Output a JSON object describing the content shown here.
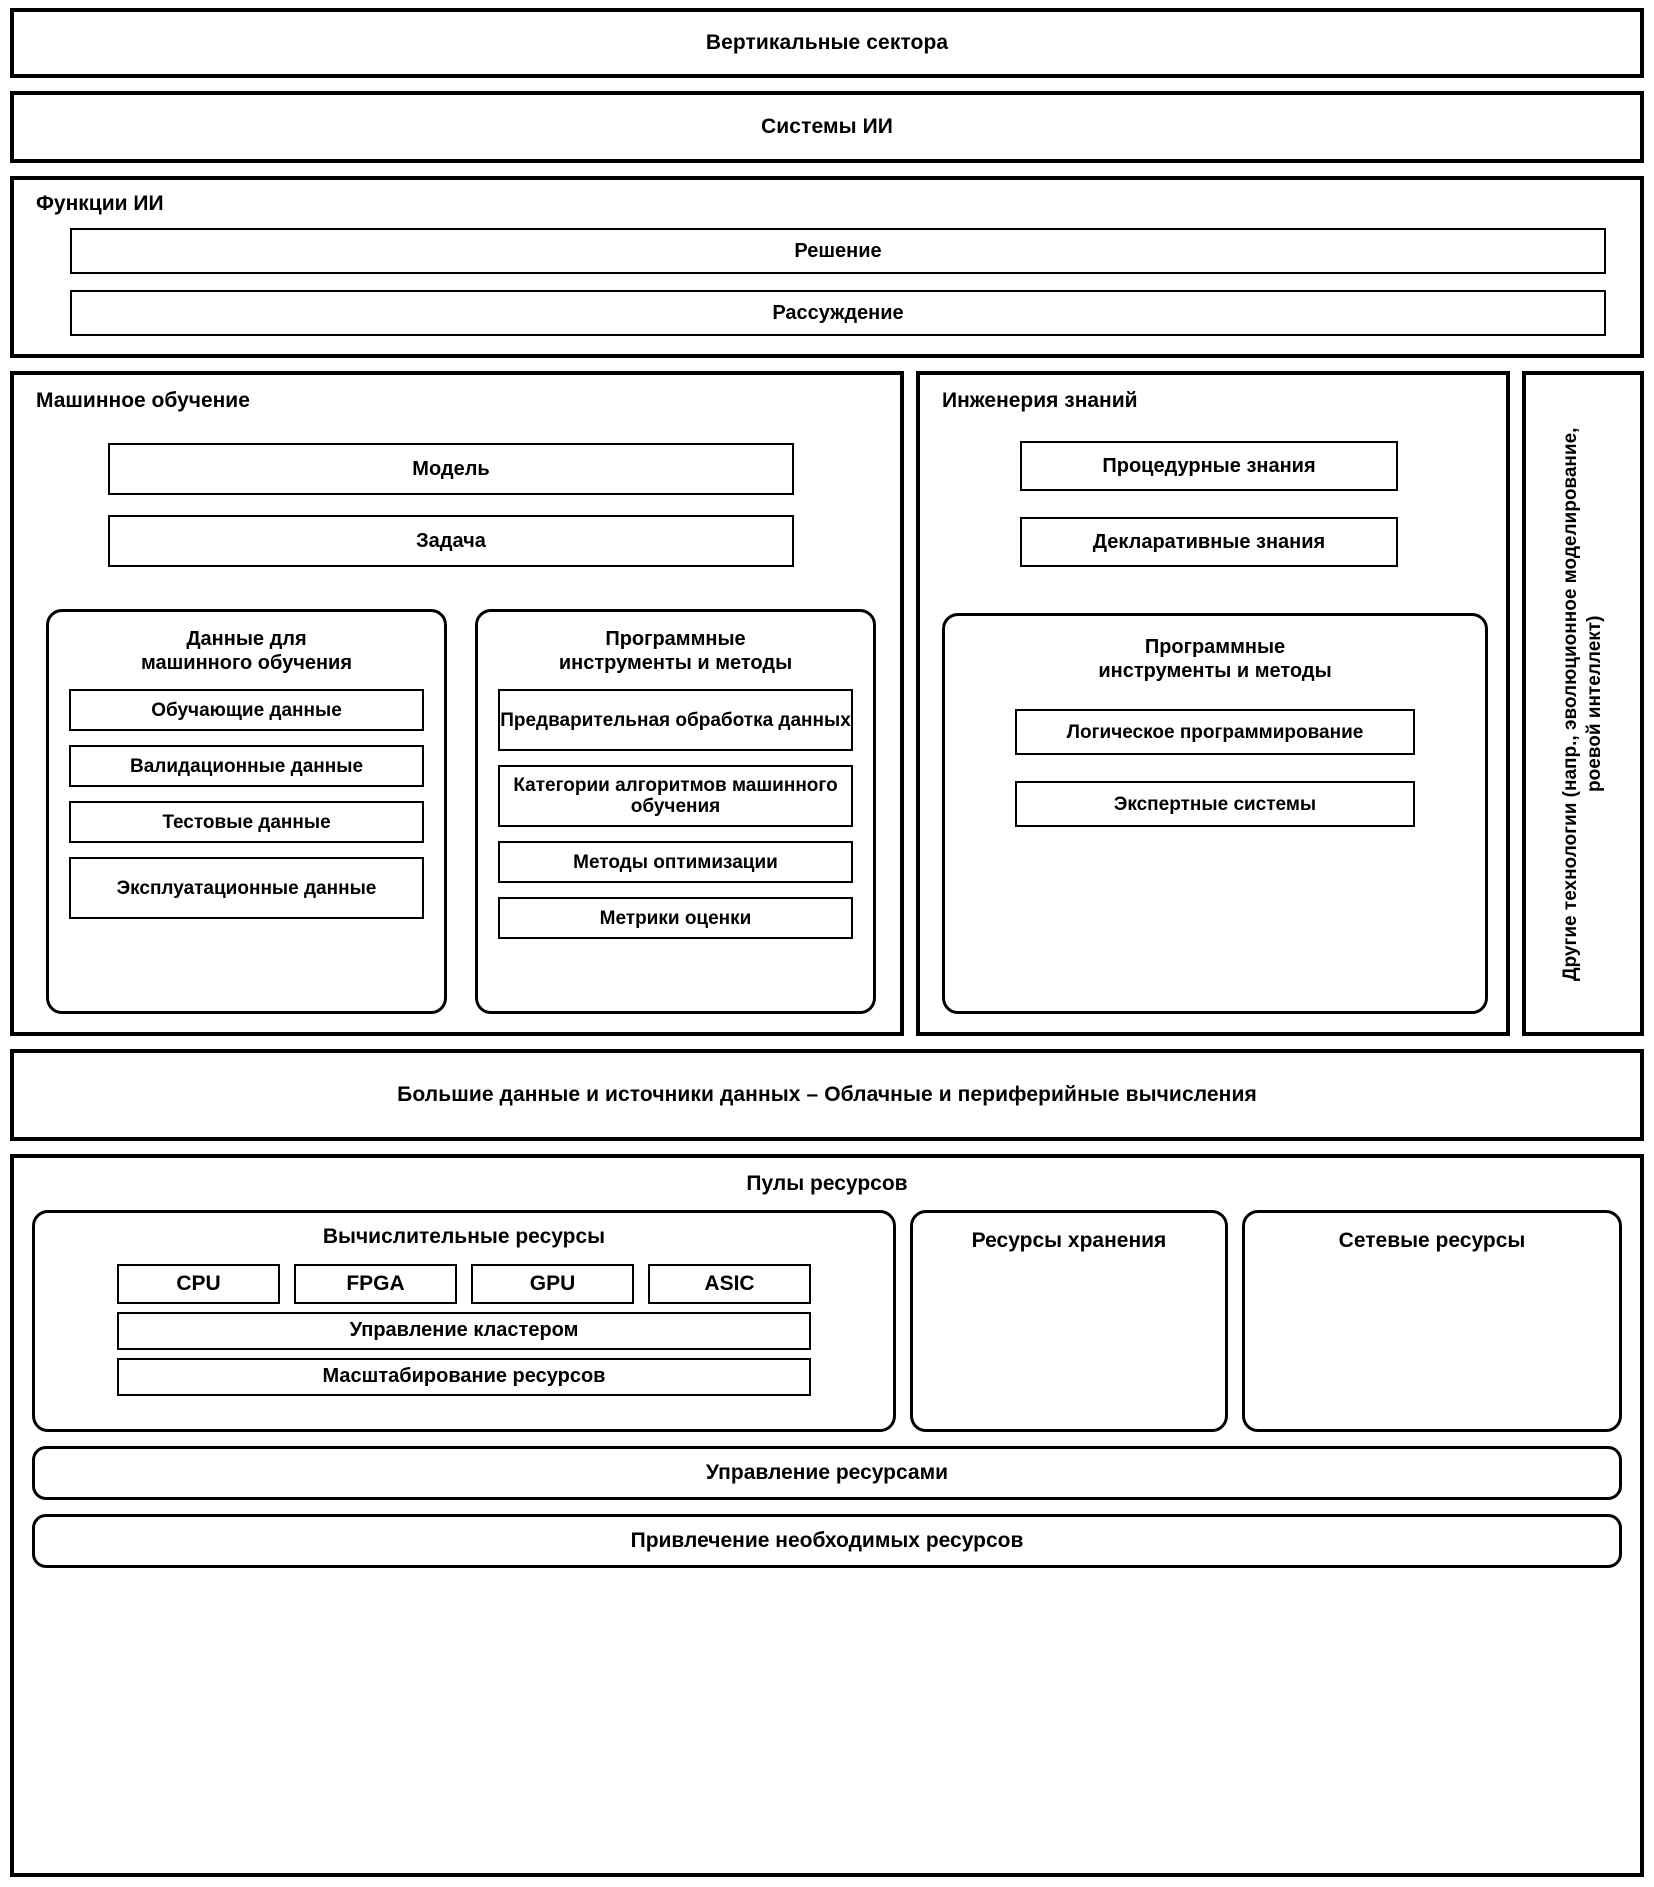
{
  "diagram": {
    "vertical_sectors": "Вертикальные сектора",
    "ai_systems": "Системы ИИ",
    "ai_functions": {
      "label": "Функции ИИ",
      "items": [
        "Решение",
        "Рассуждение"
      ]
    },
    "machine_learning": {
      "label": "Машинное обучение",
      "top_items": [
        "Модель",
        "Задача"
      ],
      "data_group": {
        "heading": "Данные для\nмашинного обучения",
        "heading_line1": "Данные для",
        "heading_line2": "машинного обучения",
        "items": [
          "Обучающие данные",
          "Валидационные данные",
          "Тестовые данные",
          "Эксплуатационные данные"
        ]
      },
      "tools_group": {
        "heading_line1": "Программные",
        "heading_line2": "инструменты и методы",
        "items": [
          "Предварительная обработка данных",
          "Категории алгоритмов машинного обучения",
          "Методы оптимизации",
          "Метрики оценки"
        ]
      }
    },
    "knowledge_engineering": {
      "label": "Инженерия знаний",
      "top_items": [
        "Процедурные знания",
        "Декларативные знания"
      ],
      "tools_group": {
        "heading_line1": "Программные",
        "heading_line2": "инструменты и методы",
        "items": [
          "Логическое программирование",
          "Экспертные системы"
        ]
      }
    },
    "other_technologies": "Другие технологии (напр., эволюционное моделирование, роевой интеллект)",
    "big_data": "Большие данные и источники данных – Облачные и периферийные вычисления",
    "resource_pools": {
      "title": "Пулы ресурсов",
      "compute": {
        "heading": "Вычислительные ресурсы",
        "chips": [
          "CPU",
          "FPGA",
          "GPU",
          "ASIC"
        ],
        "bars": [
          "Управление кластером",
          "Масштабирование ресурсов"
        ]
      },
      "storage": "Ресурсы хранения",
      "network": "Сетевые ресурсы",
      "bottom_bars": [
        "Управление ресурсами",
        "Привлечение необходимых ресурсов"
      ]
    }
  }
}
